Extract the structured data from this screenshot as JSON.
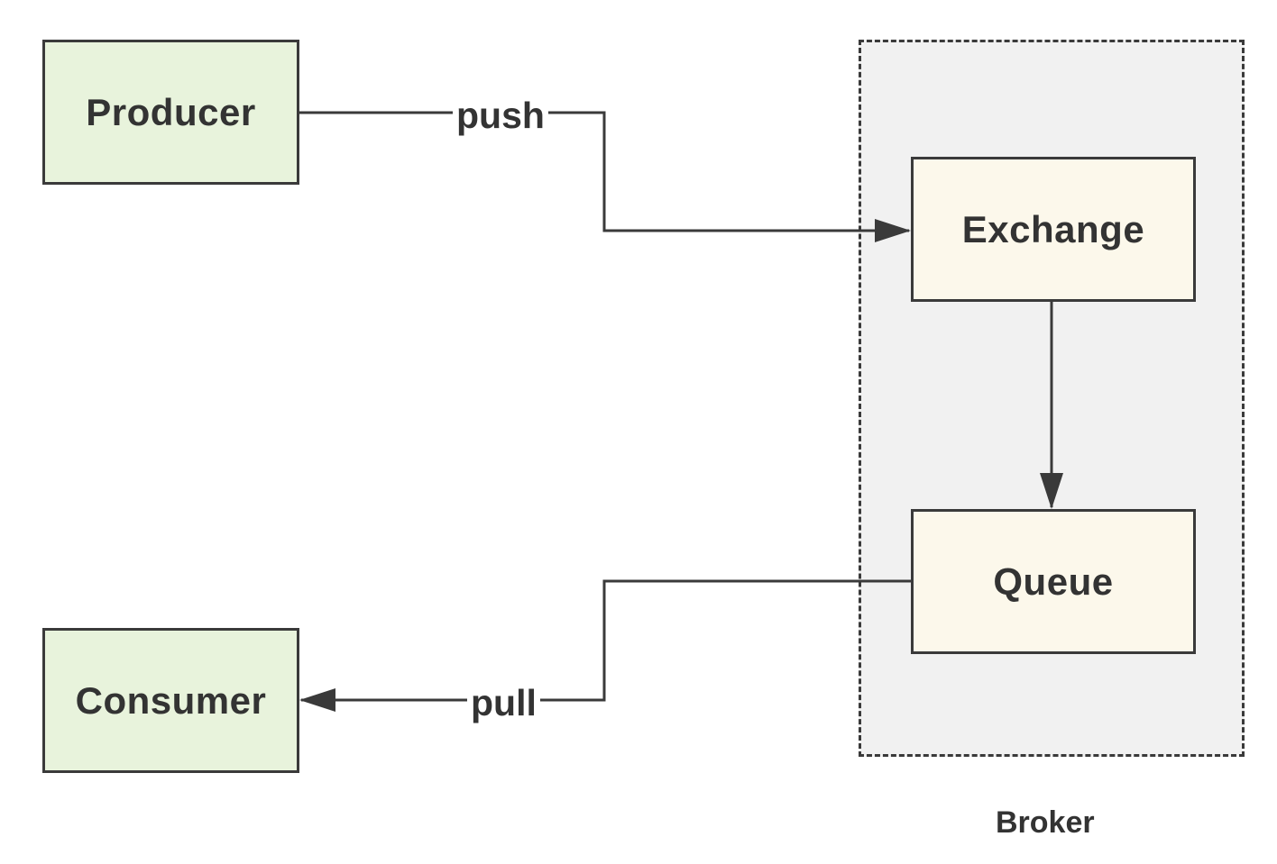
{
  "nodes": {
    "producer": "Producer",
    "consumer": "Consumer",
    "exchange": "Exchange",
    "queue": "Queue"
  },
  "edges": {
    "push": "push",
    "pull": "pull"
  },
  "group": {
    "broker": "Broker"
  },
  "colors": {
    "client_fill": "#e8f3dc",
    "broker_node_fill": "#fcf8eb",
    "broker_group_fill": "#f1f1f1",
    "stroke": "#3a3a3a",
    "text": "#333333"
  }
}
